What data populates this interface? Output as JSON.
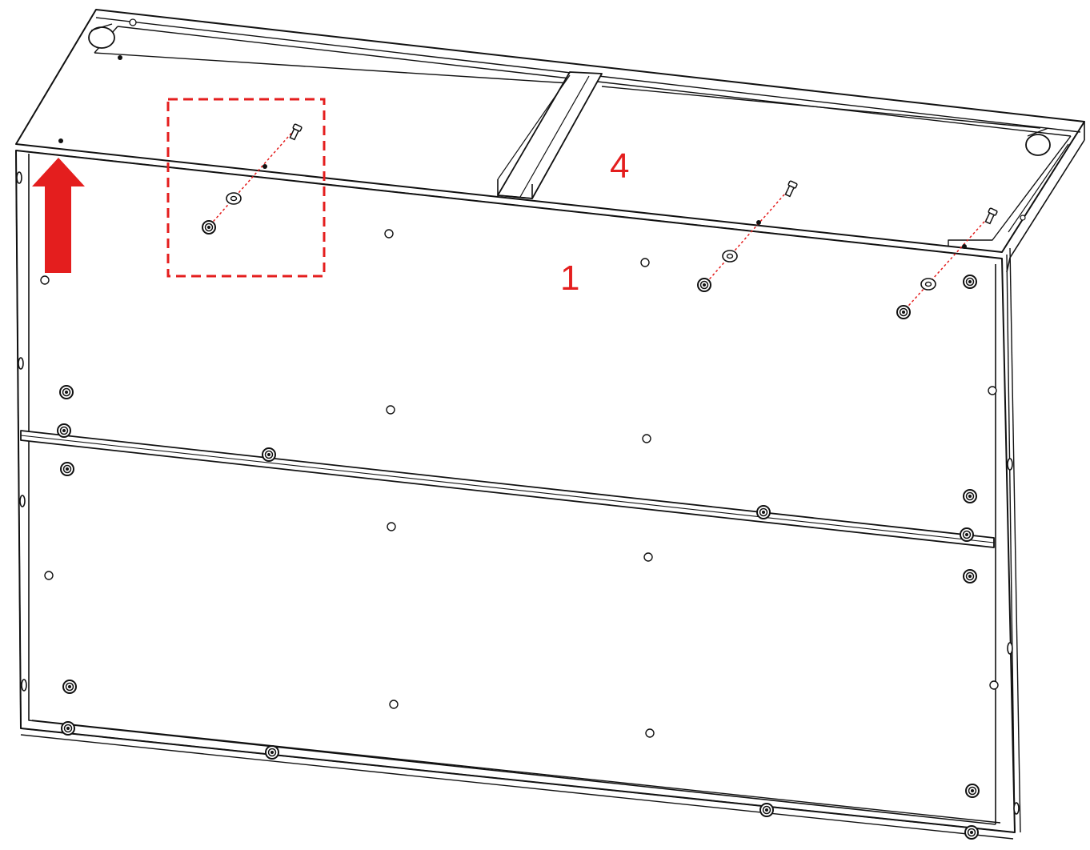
{
  "diagram": {
    "part_labels": {
      "panel": "1",
      "top_board": "4"
    },
    "colors": {
      "line": "#111111",
      "annotation": "#e41e1e",
      "paper": "#ffffff"
    },
    "icons": {
      "direction": "arrow-up-icon",
      "highlight": "dashed-detail-box",
      "fastener": "bolt-washer-nut-assembly"
    }
  }
}
